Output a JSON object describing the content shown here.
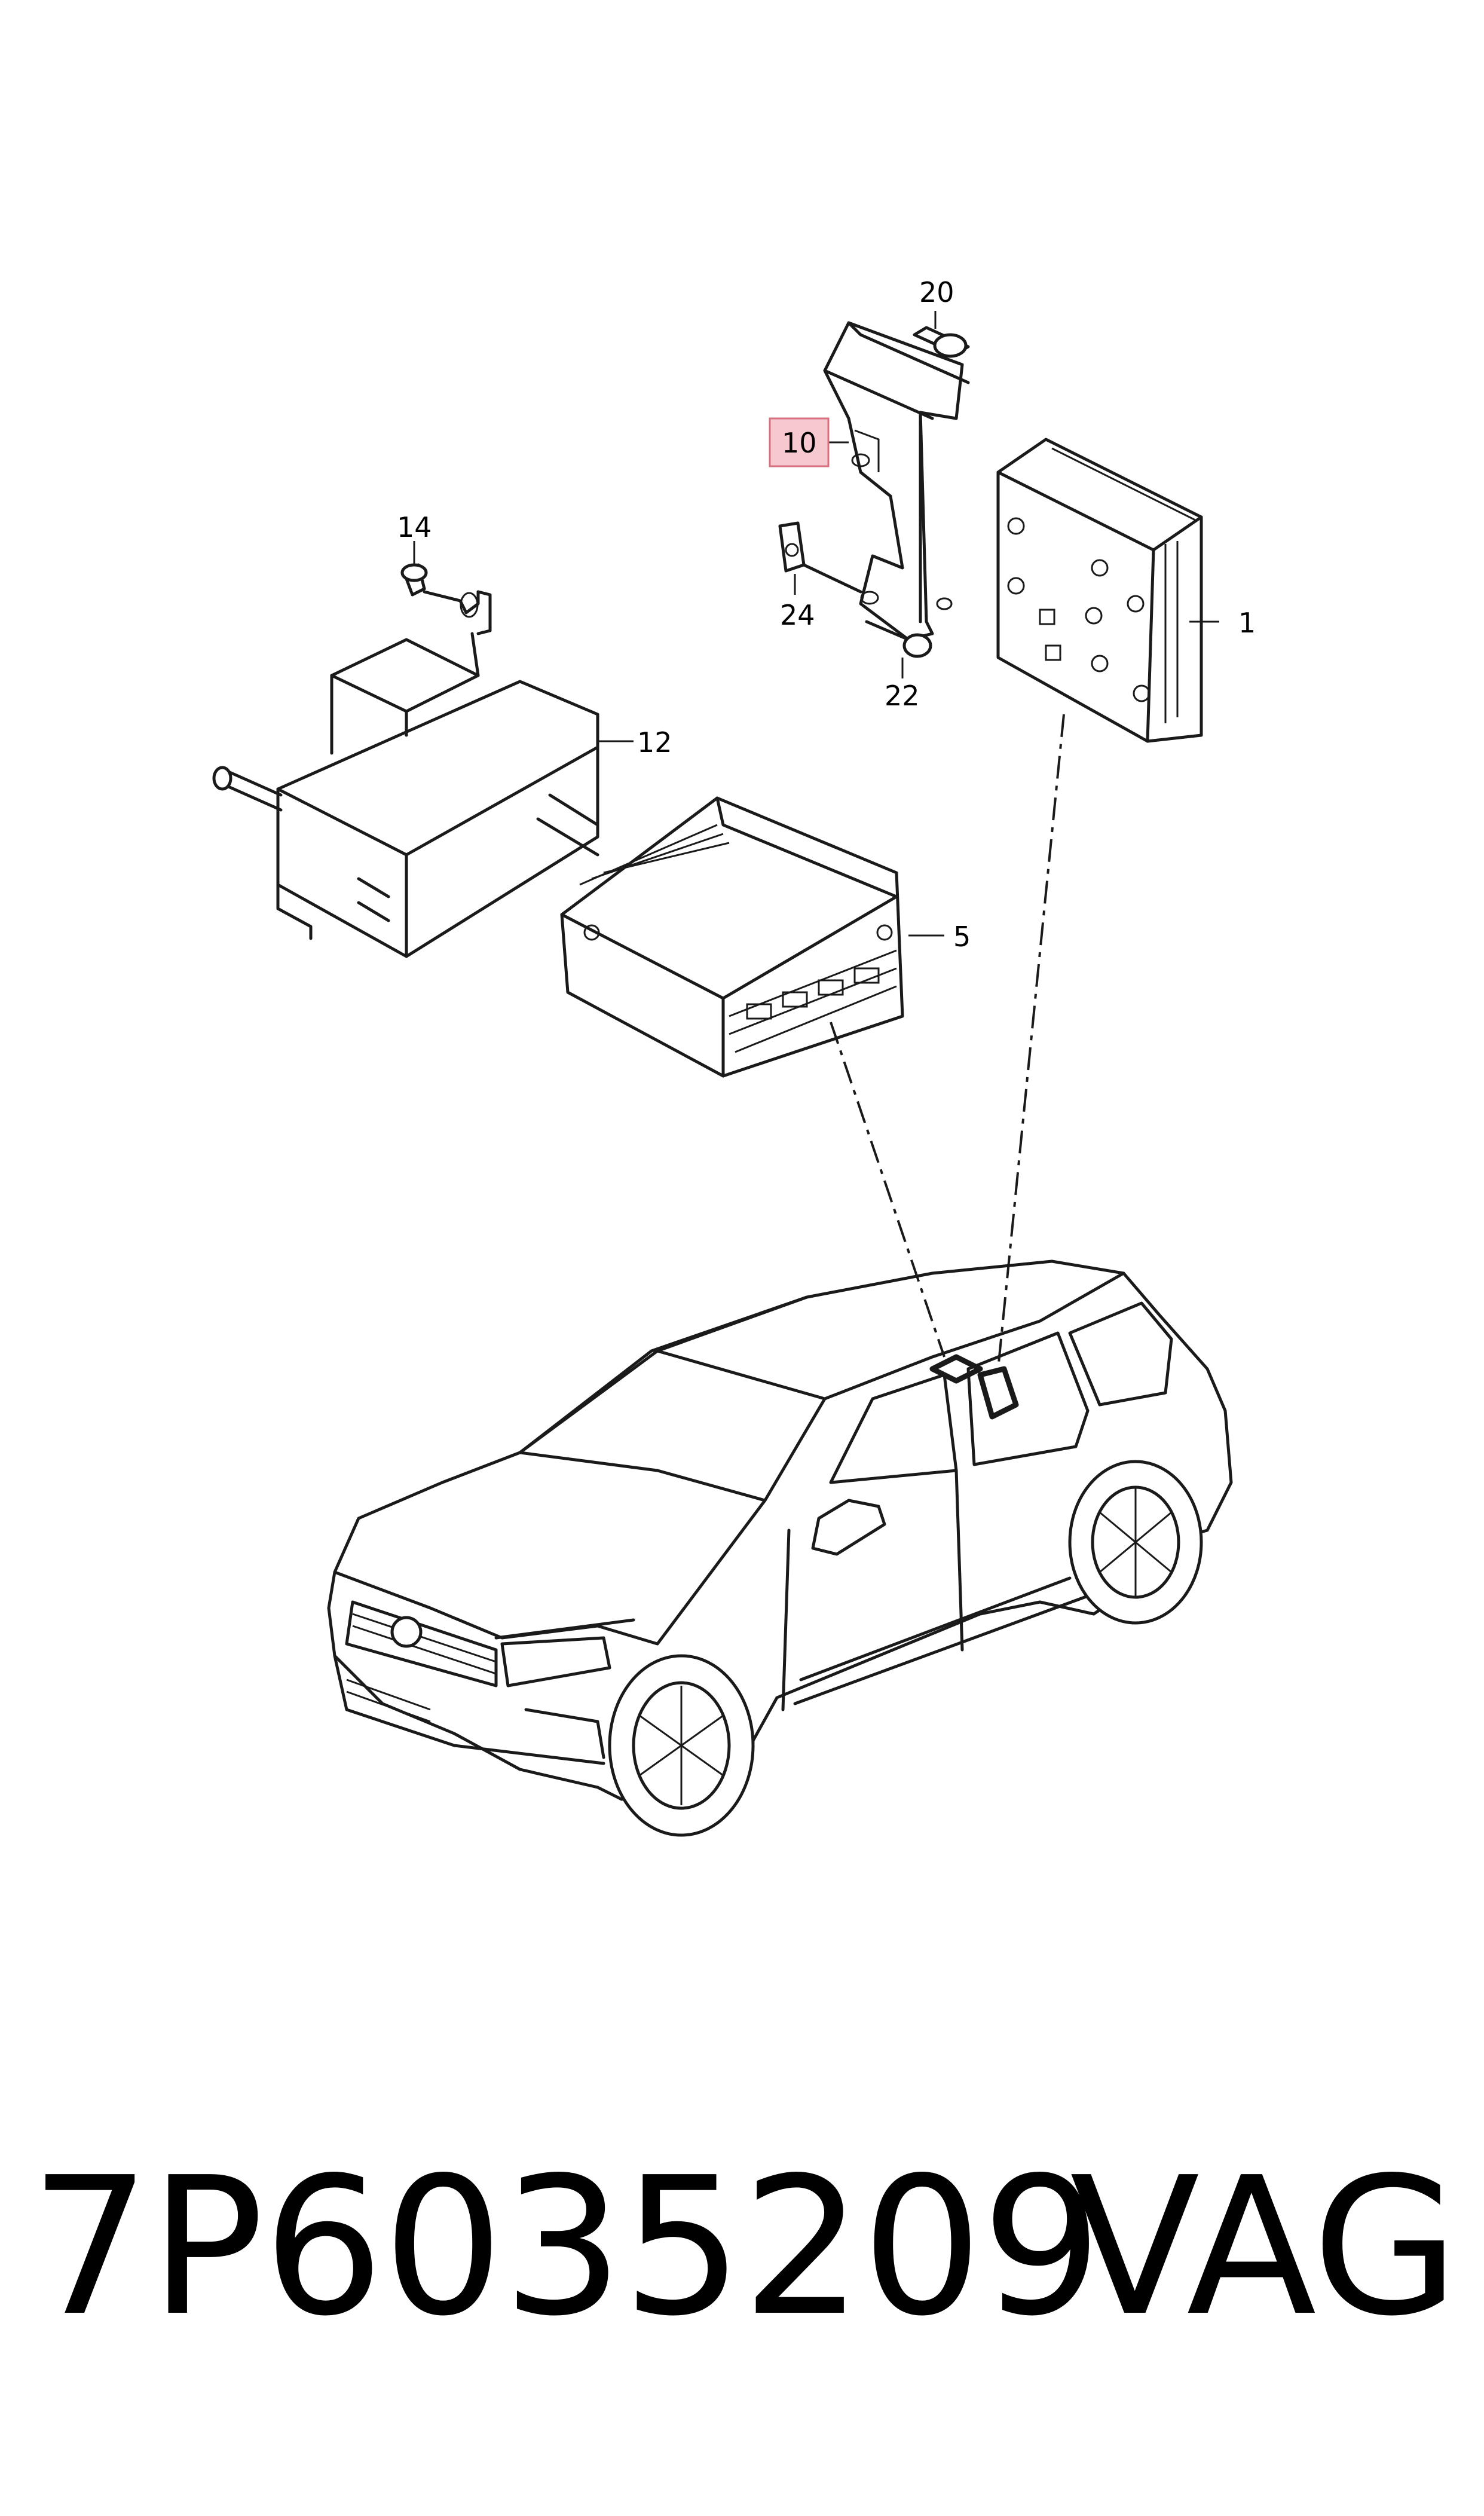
{
  "callouts": {
    "c1": "1",
    "c5": "5",
    "c10": "10",
    "c12": "12",
    "c14": "14",
    "c20": "20",
    "c22": "22",
    "c24": "24"
  },
  "highlight_color": "#f6c9d0",
  "highlight_border": "#d9707f",
  "footer": {
    "part_number": "7P6035209",
    "brand": "VAG"
  }
}
